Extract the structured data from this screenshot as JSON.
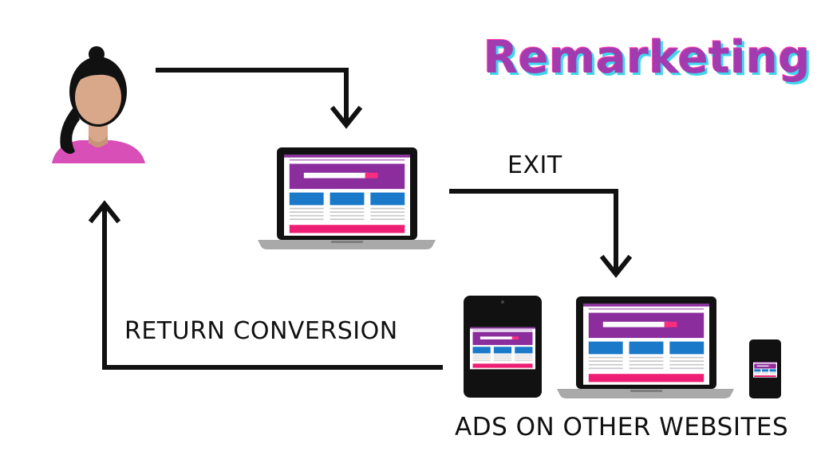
{
  "title": "Remarketing",
  "labels": {
    "exit": "EXIT",
    "return_conversion": "RETURN CONVERSION",
    "ads_on_other_websites": "ADS ON OTHER WEBSITES"
  },
  "colors": {
    "title": "#a23bb0",
    "title_shadow_cyan": "#3fd7ee",
    "title_shadow_pink": "#ff3fb0",
    "person_hair": "#111111",
    "person_skin": "#d9a88b",
    "person_shirt": "#d94fb8",
    "site_header": "#8b2d9d",
    "site_search": "#ff2d7f",
    "site_cards": "#1a79c9",
    "site_footer": "#ee1e74",
    "device_frame": "#111111",
    "laptop_base": "#a9a9a9",
    "arrow": "#111111"
  },
  "icons": [
    "person-icon",
    "laptop-icon",
    "tablet-icon",
    "laptop-icon",
    "phone-icon"
  ]
}
